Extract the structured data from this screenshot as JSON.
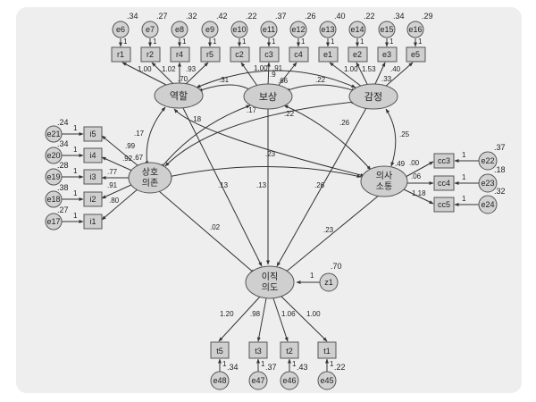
{
  "latents": {
    "role": "역할",
    "reward": "보상",
    "emotion": "감정",
    "interdep": [
      "상호",
      "의존"
    ],
    "comm": [
      "의사",
      "소통"
    ],
    "turnover": [
      "이직",
      "의도"
    ]
  },
  "indicators": {
    "role": [
      "r1",
      "r2",
      "r4",
      "r5"
    ],
    "reward": [
      "c2",
      "c3",
      "c4"
    ],
    "emotion": [
      "e1",
      "e2",
      "e3",
      "e5"
    ],
    "interdep": [
      "i5",
      "i4",
      "i3",
      "i2",
      "i1"
    ],
    "comm": [
      "cc3",
      "cc4",
      "cc5"
    ],
    "turnover": [
      "t5",
      "t3",
      "t2",
      "t1"
    ]
  },
  "errors": {
    "top": [
      "e6",
      "e7",
      "e8",
      "e9",
      "e10",
      "e11",
      "e12",
      "e13",
      "e14",
      "e15",
      "e16"
    ],
    "left": [
      "e21",
      "e20",
      "e19",
      "e18",
      "e17"
    ],
    "right": [
      "e22",
      "e23",
      "e24"
    ],
    "bottom": [
      "e48",
      "e47",
      "e46",
      "e45"
    ],
    "disturbance": "z1"
  },
  "variances": {
    "top": [
      ".34",
      ".27",
      ".32",
      ".42",
      ".22",
      ".37",
      ".26",
      ".40",
      ".22",
      ".34",
      ".29"
    ],
    "left": [
      ".24",
      ".34",
      ".28",
      ".38",
      ".27"
    ],
    "right": [
      ".37",
      ".18",
      ".32"
    ],
    "bottom": [
      ".34",
      ".37",
      ".43",
      ".22"
    ],
    "z1": ".70",
    "role": ".70",
    "emotion": ".33",
    "interdep": ".67",
    "comm": ".49"
  },
  "fixed_one": "1",
  "loadings": {
    "role": [
      "1.00",
      "1.02",
      ".93"
    ],
    "reward": [
      "1.00",
      ".91"
    ],
    "reward_extra": ".9",
    "emotion": [
      "1.00",
      "1.53",
      ".40"
    ],
    "interdep": [
      ".99",
      ".92",
      ".77",
      ".91",
      ".80"
    ],
    "comm": [
      ".00",
      ".06",
      "1.18"
    ],
    "turnover": [
      "1.20",
      ".98",
      "1.06",
      "1.00"
    ]
  },
  "paths": {
    "role_reward": ".31",
    "reward_emotion": ".22",
    "role_emotion": ".66",
    "role_interdep": ".17",
    "role_turnover": ".18",
    "role_comm": ".17",
    "reward_interdep": ".22",
    "reward_comm": ".26",
    "emotion_comm": ".25",
    "interdep_comm": ".23",
    "role_to_turnover": ".13",
    "reward_to_turnover": ".13",
    "emotion_to_turnover": ".26",
    "interdep_to_turnover": ".02",
    "comm_to_turnover": ".23"
  }
}
